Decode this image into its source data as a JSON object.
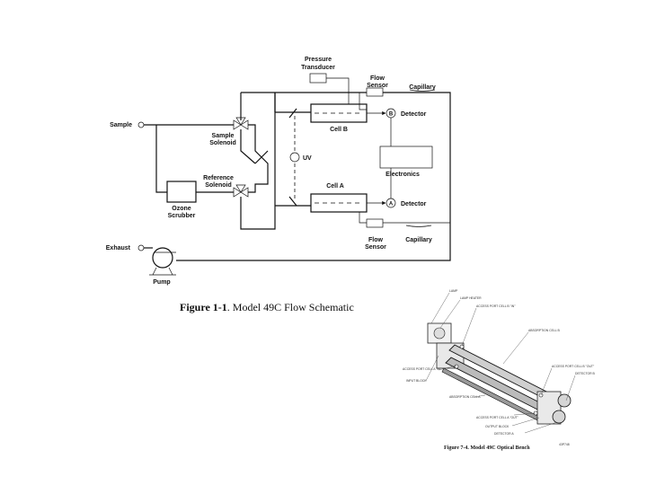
{
  "schematic": {
    "labels": {
      "pressure_1": "Pressure",
      "pressure_2": "Transducer",
      "flow_top_1": "Flow",
      "flow_top_2": "Sensor",
      "capillary_top": "Capillary",
      "sample": "Sample",
      "sample_solenoid_1": "Sample",
      "sample_solenoid_2": "Solenoid",
      "cell_b": "Cell B",
      "detector_top": "Detector",
      "uv": "UV",
      "electronics": "Electronics",
      "reference_solenoid_1": "Reference",
      "reference_solenoid_2": "Solenoid",
      "cell_a": "Cell A",
      "detector_bottom": "Detector",
      "ozone_1": "Ozone",
      "ozone_2": "Scrubber",
      "flow_bottom_1": "Flow",
      "flow_bottom_2": "Sensor",
      "capillary_bottom": "Capillary",
      "exhaust": "Exhaust",
      "pump": "Pump",
      "detector_b_letter": "B",
      "detector_a_letter": "A"
    },
    "caption_bold": "Figure 1-1",
    "caption_rest": ". Model 49C Flow Schematic"
  },
  "optical_bench": {
    "caption": "Figure 7-4. Model 49C Optical Bench",
    "figure_code": "43P748",
    "callouts": [
      "LAMP",
      "LAMP HEATER",
      "ACCESS PORT CELL B \"IN\"",
      "ABSORPTION CELL B",
      "ACCESS PORT CELL B \"OUT\"",
      "DETECTOR B",
      "ACCESS PORT CELL A \"IN\"",
      "INPUT BLOCK",
      "ABSORPTION CELL A",
      "ACCESS PORT CELL A \"OUT\"",
      "OUTPUT BLOCK",
      "DETECTOR A"
    ]
  }
}
